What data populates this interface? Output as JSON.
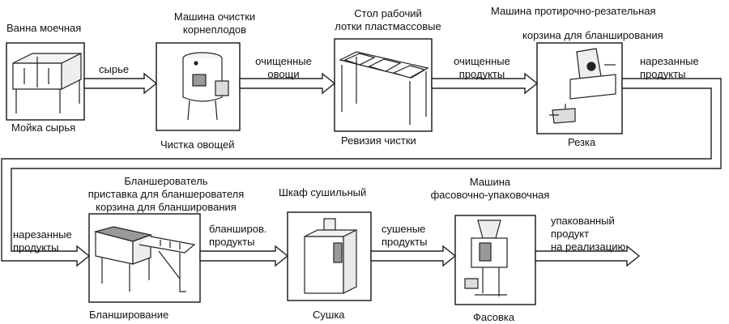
{
  "stage1": {
    "equipment": "Ванна моечная",
    "caption": "Мойка сырья"
  },
  "stage2": {
    "equipment_line1": "Машина очистки",
    "equipment_line2": "корнеплодов",
    "caption": "Чистка овощей"
  },
  "stage3": {
    "equipment_line1": "Стол рабочий",
    "equipment_line2": "лотки пластмассовые",
    "caption": "Ревизия чистки"
  },
  "stage4": {
    "equipment_line1": "Машина протирочно-резательная",
    "equipment_line2": "корзина для  бланширования",
    "caption": "Резка"
  },
  "stage5": {
    "equipment_line1": "Бланшерователь",
    "equipment_line2": "приставка для бланшерователя",
    "equipment_line3": "корзина для бланширования",
    "caption": "Бланширование"
  },
  "stage6": {
    "equipment": "Шкаф сушильный",
    "caption": "Сушка"
  },
  "stage7": {
    "equipment_line1": "Машина",
    "equipment_line2": "фасовочно-упаковочная",
    "caption": "Фасовка"
  },
  "flows": {
    "f1": "сырье",
    "f2_line1": "очищенные",
    "f2_line2": "овощи",
    "f3_line1": "очищенные",
    "f3_line2": "продукты",
    "f4_line1": "нарезанные",
    "f4_line2": "продукты",
    "f5_line1": "нарезанные",
    "f5_line2": "продукты",
    "f6_line1": "бланширов.",
    "f6_line2": "продукты",
    "f7_line1": "сушеные",
    "f7_line2": "продукты",
    "f8_line1": "упакованный",
    "f8_line2": "продукт",
    "f8_line3": "на реализацию"
  }
}
